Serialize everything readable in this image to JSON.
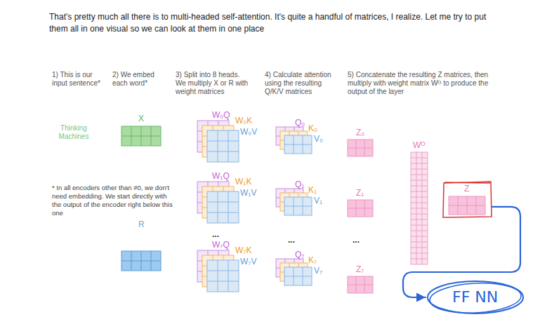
{
  "diagram": {
    "nodes": [
      {
        "text": [
          "X"
        ]
      },
      {
        "text": [
          "R"
        ]
      },
      {
        "text": [
          "W₀Q",
          "W₀K",
          "W₀V"
        ]
      },
      {
        "text": [
          "W₁Q",
          "W₁K",
          "W₁V"
        ]
      },
      {
        "text": [
          "W₇Q",
          "W₇K",
          "W₇V"
        ]
      },
      {
        "text": [
          "Q₀",
          "K₀",
          "V₀"
        ]
      },
      {
        "text": [
          "Q₁",
          "K₁",
          "V₁"
        ]
      },
      {
        "text": [
          "Q₇",
          "K₇",
          "V₇"
        ]
      },
      {
        "text": [
          "Z₀"
        ]
      },
      {
        "text": [
          "Z₁"
        ]
      },
      {
        "text": [
          "Z₇"
        ]
      },
      {
        "text": [
          "Wᴼ"
        ]
      },
      {
        "text": [
          "Z"
        ]
      },
      {
        "text": [
          "FF NN"
        ]
      }
    ],
    "edges": [
      {
        "from": 12,
        "to": 13,
        "arrow": "to"
      }
    ],
    "labels": [
      "That's pretty much all there is to multi-headed self-attention. It's quite a handful of matrices, I realize. Let me try to put them all in one visual so we can look at them in one place",
      "1) This is our input sentence*",
      "2) We embed each word*",
      "3) Split into 8 heads. We multiply X or R with weight matrices",
      "4) Calculate attention using the resulting Q/K/V matrices",
      "5) Concatenate the resulting Z matrices, then multiply with weight matrix Wᴼ to produce the output of the layer",
      "Thinking Machines",
      "* In all encoders other than #0, we don't need embedding. We start directly with the output of the encoder right below this one",
      "...",
      "...",
      "..."
    ]
  }
}
